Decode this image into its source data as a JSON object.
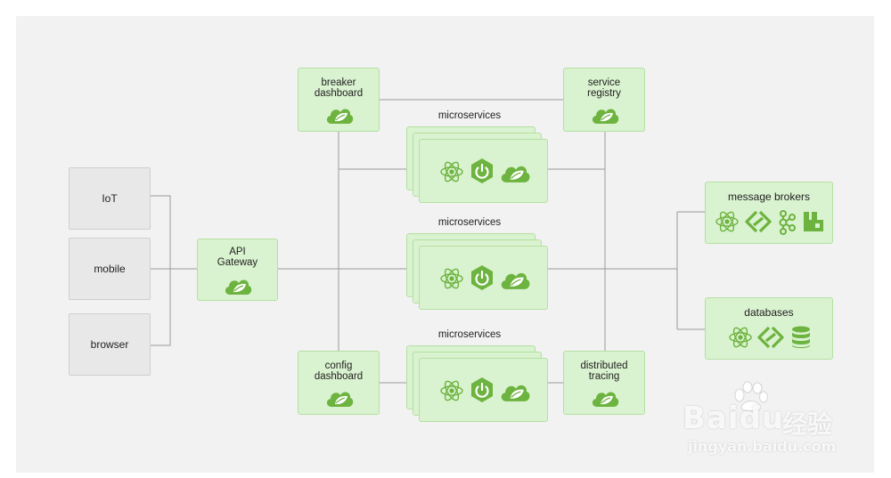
{
  "colors": {
    "box_fill": "#d9f2cf",
    "box_border": "#b5e0a3",
    "icon_green": "#6db33f",
    "line": "#9a9a9a",
    "client_fill": "#e8e8e8"
  },
  "clients": {
    "iot": "IoT",
    "mobile": "mobile",
    "browser": "browser"
  },
  "gateway": {
    "line1": "API",
    "line2": "Gateway"
  },
  "breaker": {
    "line1": "breaker",
    "line2": "dashboard"
  },
  "registry": {
    "line1": "service",
    "line2": "registry"
  },
  "config": {
    "line1": "config",
    "line2": "dashboard"
  },
  "tracing": {
    "line1": "distributed",
    "line2": "tracing"
  },
  "microservices": {
    "top": "microservices",
    "middle": "microservices",
    "bottom": "microservices"
  },
  "brokers": {
    "label": "message brokers",
    "icons": [
      "spring-atom-icon",
      "spring-integration-icon",
      "kafka-icon",
      "rabbitmq-icon"
    ]
  },
  "databases": {
    "label": "databases",
    "icons": [
      "spring-atom-icon",
      "spring-integration-icon",
      "database-stack-icon"
    ]
  },
  "watermark": {
    "brand": "Bai",
    "brand2": "du",
    "cn": "经验",
    "url": "jingyan.baidu.com"
  }
}
